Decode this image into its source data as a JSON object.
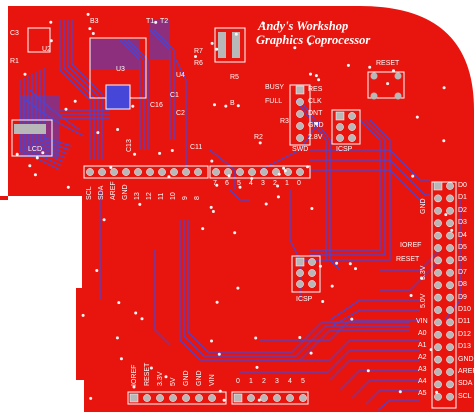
{
  "board": {
    "title_line1": "Andy's Workshop",
    "title_line2": "Graphics Coprocessor",
    "colors": {
      "copper": "#e8150f",
      "trace_blue": "#4646d8",
      "silk": "#ffffff",
      "pad": "#b8b8b8",
      "background": "#ffffff"
    }
  },
  "components": {
    "c3": "C3",
    "u2": "U2",
    "r1": "R1",
    "b3": "B3",
    "t1": "T1",
    "t2": "T2",
    "u3": "U3",
    "r7": "R7",
    "r6": "R6",
    "u4": "U4",
    "r5": "R5",
    "c16": "C16",
    "c2": "C2",
    "c1": "C1",
    "r2": "R2",
    "r3": "R3",
    "c13": "C13",
    "c11": "C11",
    "lcd": "LCD",
    "b": "B"
  },
  "header_labels": {
    "busy": "BUSY",
    "full": "FULL",
    "res": "RES",
    "clk": "CLK",
    "dnt": "DNT",
    "gnd": "GND",
    "v28": "2.8V",
    "swd": "SWD",
    "icsp_top": "ICSP",
    "icsp_mid": "ICSP",
    "reset": "RESET"
  },
  "left_pins": [
    "SCL",
    "SDA",
    "AREF",
    "GND",
    "13",
    "12",
    "11",
    "10",
    "9",
    "8"
  ],
  "mid_pins": [
    "7",
    "6",
    "5",
    "4",
    "3",
    "2",
    "1",
    "0"
  ],
  "right_labels": {
    "gnd_top": "GND",
    "ioref": "IOREF",
    "reset": "RESET",
    "v33": "3.3V",
    "v50": "5.0V",
    "vin": "VIN",
    "a0": "A0",
    "a1": "A1",
    "a2": "A2",
    "a3": "A3",
    "a4": "A4",
    "a5": "A5"
  },
  "right_col": [
    "D0",
    "D1",
    "D2",
    "D3",
    "D4",
    "D5",
    "D6",
    "D7",
    "D8",
    "D9",
    "D10",
    "D11",
    "D12",
    "D13",
    "GND",
    "AREF",
    "SDA",
    "SCL"
  ],
  "bottom_left_pins": [
    "IOREF",
    "RESET",
    "3.3V",
    "5V",
    "GND",
    "GND",
    "VIN"
  ],
  "bottom_right_pins": [
    "0",
    "1",
    "2",
    "3",
    "4",
    "5"
  ]
}
